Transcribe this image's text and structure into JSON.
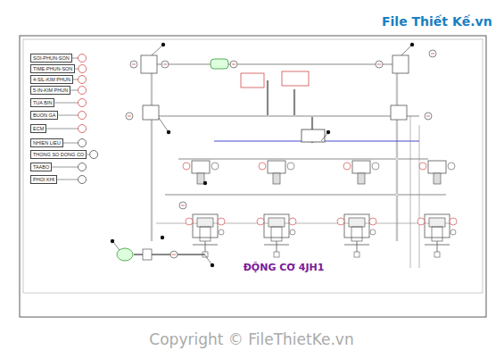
{
  "diagram": {
    "title": "ĐỘNG CƠ 4JH1",
    "labels": [
      "File Thiết Kế.vn",
      "Copyright © FileThietKe.vn"
    ],
    "legend": [
      {
        "text": "SOI-PHUN-SON"
      },
      {
        "text": "TIME-PHUN-SON"
      },
      {
        "text": "4-SIL-KIM PHUN"
      },
      {
        "text": "5-IN-KIM PHUN"
      },
      {
        "text": "TUA BIN"
      },
      {
        "text": "BUON GA"
      },
      {
        "text": "ECM"
      },
      {
        "text": "NHIEN LIEU"
      },
      {
        "text": "THONG SO DONG CO"
      },
      {
        "text": "TAABO"
      },
      {
        "text": "PHOI KHI"
      }
    ]
  }
}
